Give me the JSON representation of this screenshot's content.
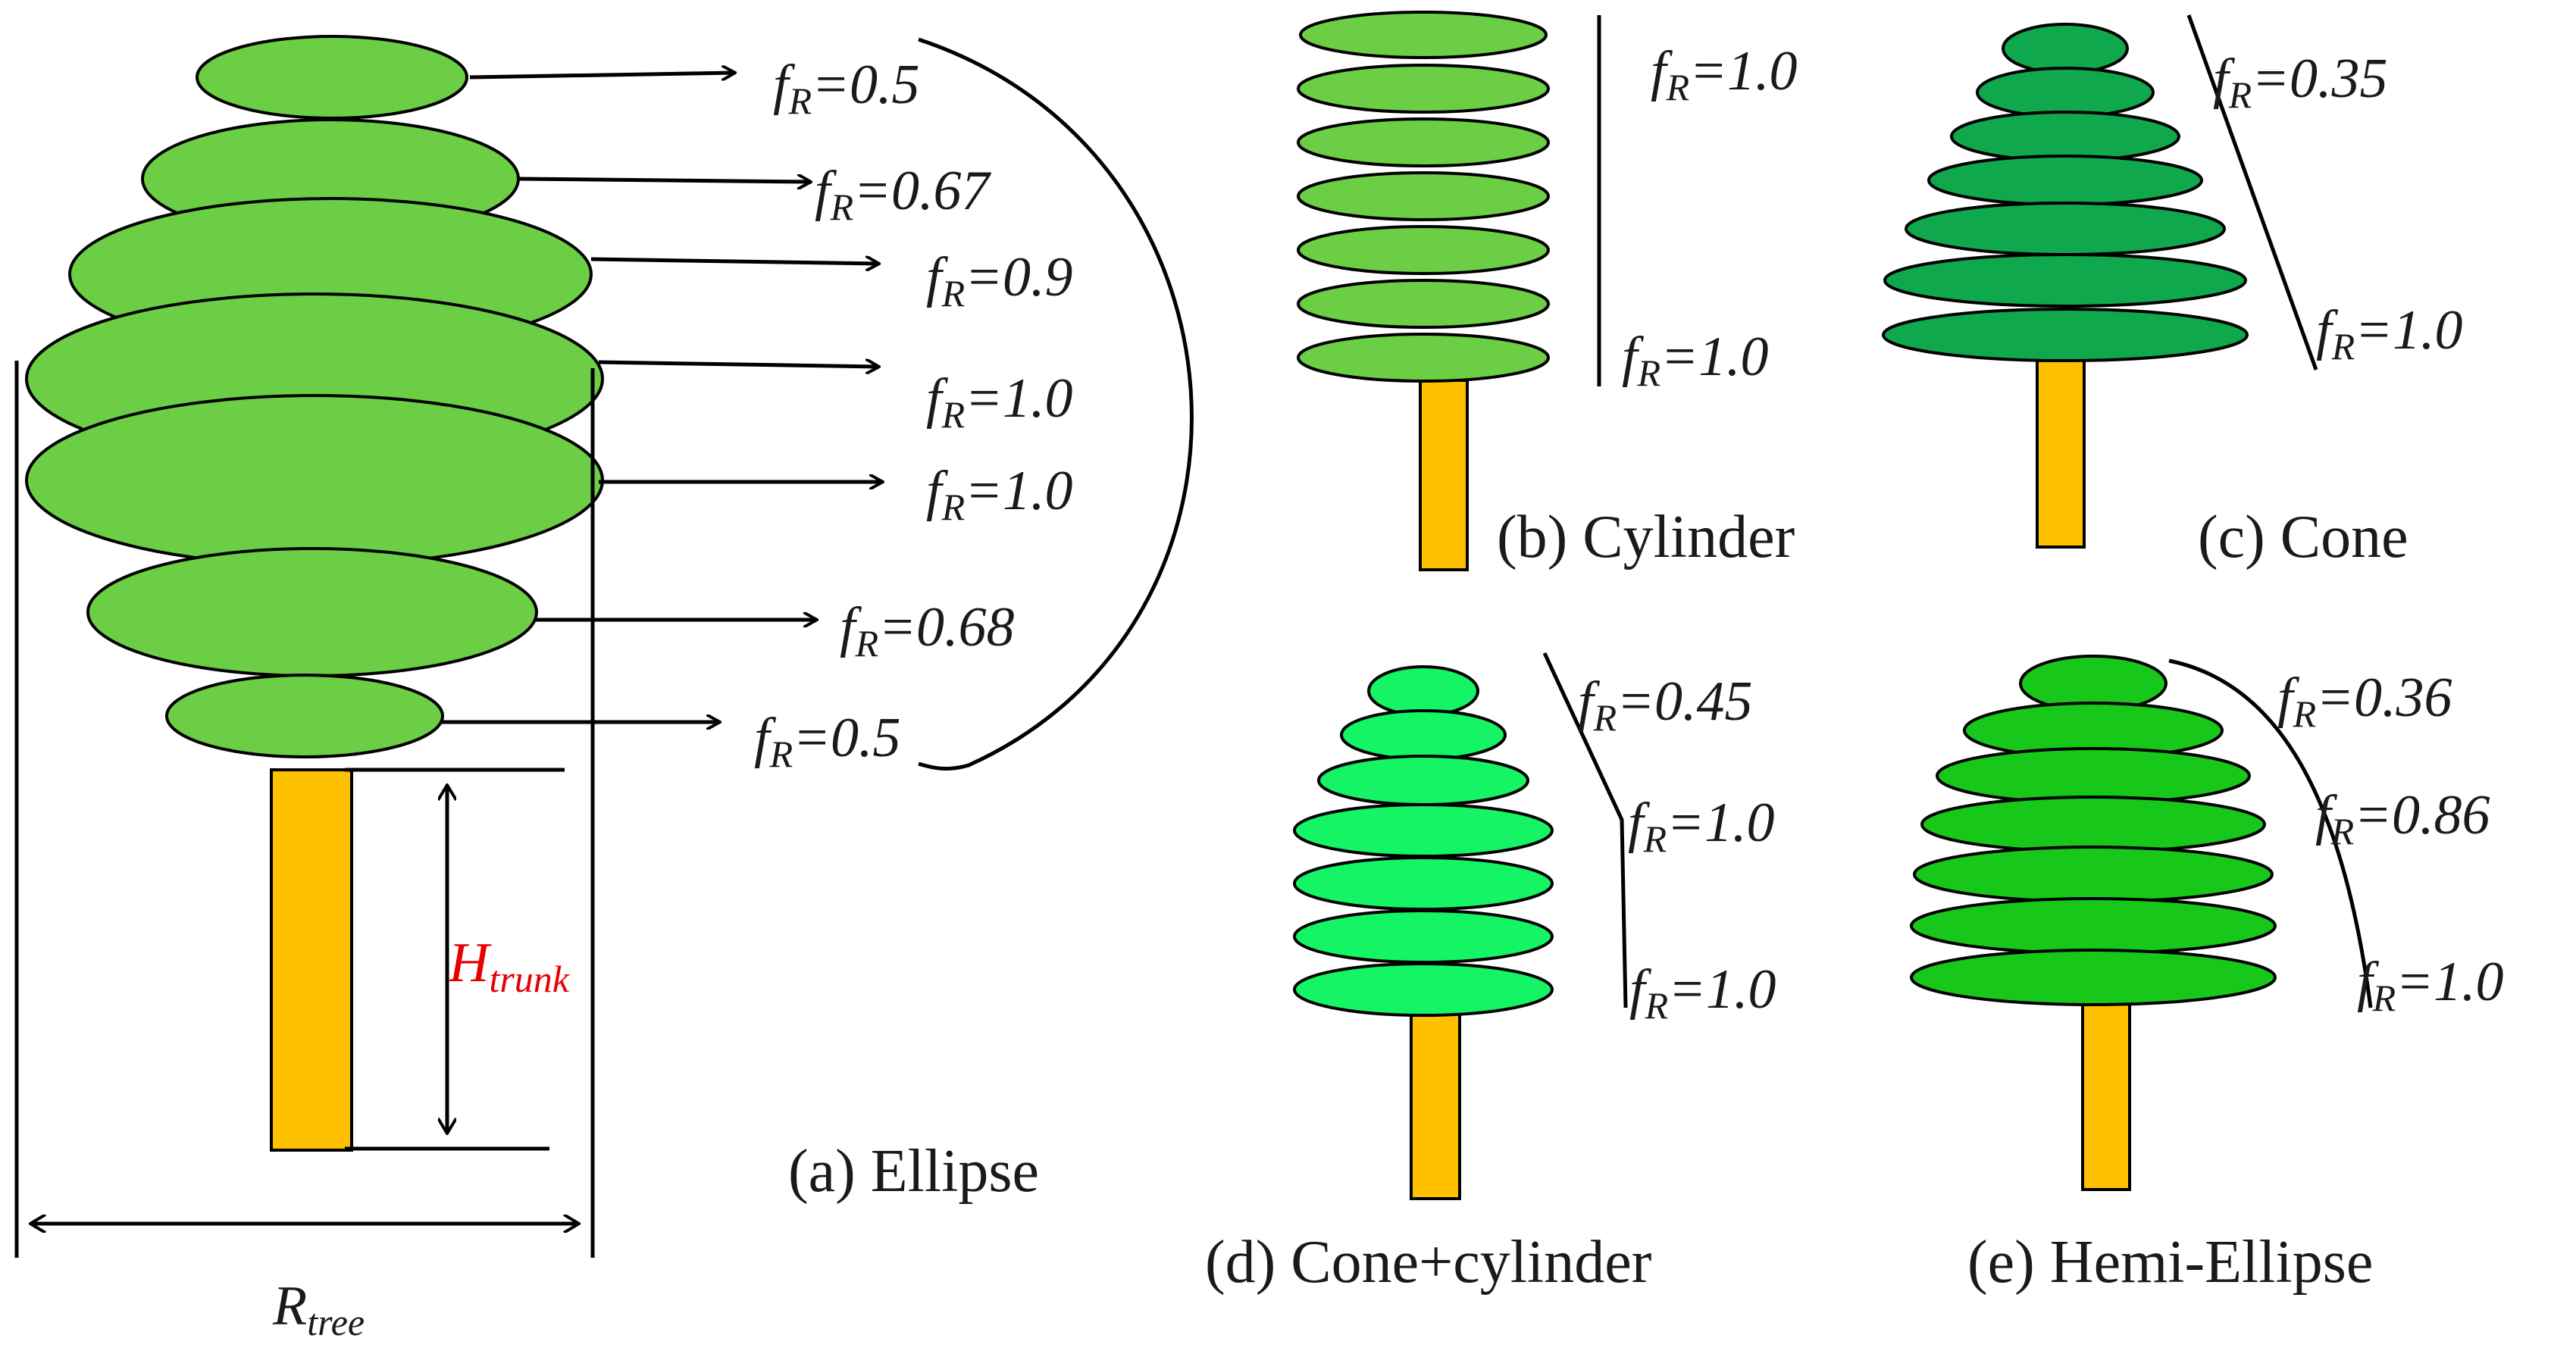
{
  "colors": {
    "ellipse": "#6cce44",
    "cylinder": "#6cce44",
    "cone": "#0fa84c",
    "cone_cylinder": "#15f464",
    "hemi_ellipse": "#17c81a",
    "trunk": "#ffc000",
    "highlight": "#e60000"
  },
  "symbols": {
    "f": "f",
    "R": "R",
    "H": "H",
    "trunk": "trunk",
    "Rr": "R",
    "tree": "tree"
  },
  "panel_a": {
    "caption": "(a)  Ellipse",
    "labels": [
      "=0.5",
      "=0.67",
      "=0.9",
      "=1.0",
      "=1.0",
      "=0.68",
      "=0.5"
    ]
  },
  "panel_b": {
    "caption": "(b) Cylinder",
    "labels": [
      "=1.0",
      "=1.0"
    ]
  },
  "panel_c": {
    "caption": "(c) Cone",
    "labels": [
      "=0.35",
      "=1.0"
    ]
  },
  "panel_d": {
    "caption": "(d) Cone+cylinder",
    "labels": [
      "=0.45",
      "=1.0",
      "=1.0"
    ]
  },
  "panel_e": {
    "caption": "(e) Hemi-Ellipse",
    "labels": [
      "=0.36",
      "=0.86",
      "=1.0"
    ]
  }
}
